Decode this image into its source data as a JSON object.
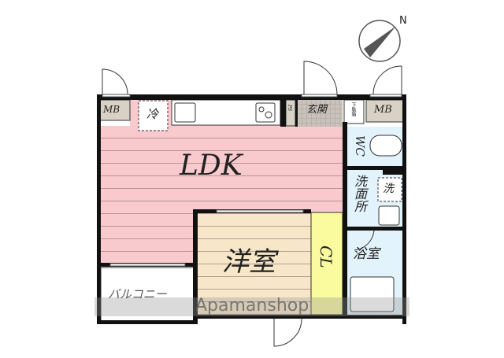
{
  "compass": {
    "label": "N",
    "icon": "compass-icon"
  },
  "rooms": {
    "ldk": "LDK",
    "western_room": "洋室",
    "closet": "CL",
    "balcony": "バルコニー",
    "entrance": "玄関",
    "wc": "WC",
    "washroom": "洗面所",
    "bathroom": "浴室",
    "meter_box_left": "MB",
    "meter_box_right": "MB",
    "refrigerator": "冷",
    "washer": "洗",
    "pipe_space": "PS",
    "shoe_cabinet": "下駄箱"
  },
  "watermark": "Apamanshop",
  "colors": {
    "ldk": "#f8c9cd",
    "western_room": "#f7e6c8",
    "closet": "#fafa9e",
    "wet_area": "#e2f3fb",
    "entrance": "#bdb7b0",
    "meter_box": "#d8d2c6",
    "wall": "#111111"
  }
}
